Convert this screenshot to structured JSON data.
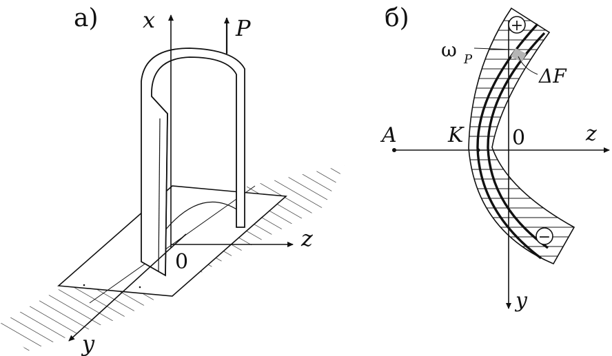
{
  "panel_a": {
    "label": "а)",
    "axis_x": "x",
    "axis_y": "y",
    "axis_z": "z",
    "origin": "0",
    "force": "P"
  },
  "panel_b": {
    "label": "б)",
    "point_a": "A",
    "point_k": "K",
    "origin": "0",
    "axis_z": "z",
    "axis_y": "y",
    "omega": "ω",
    "omega_sub": "P",
    "delta_f": "ΔF",
    "plus": "+",
    "minus": "−"
  }
}
